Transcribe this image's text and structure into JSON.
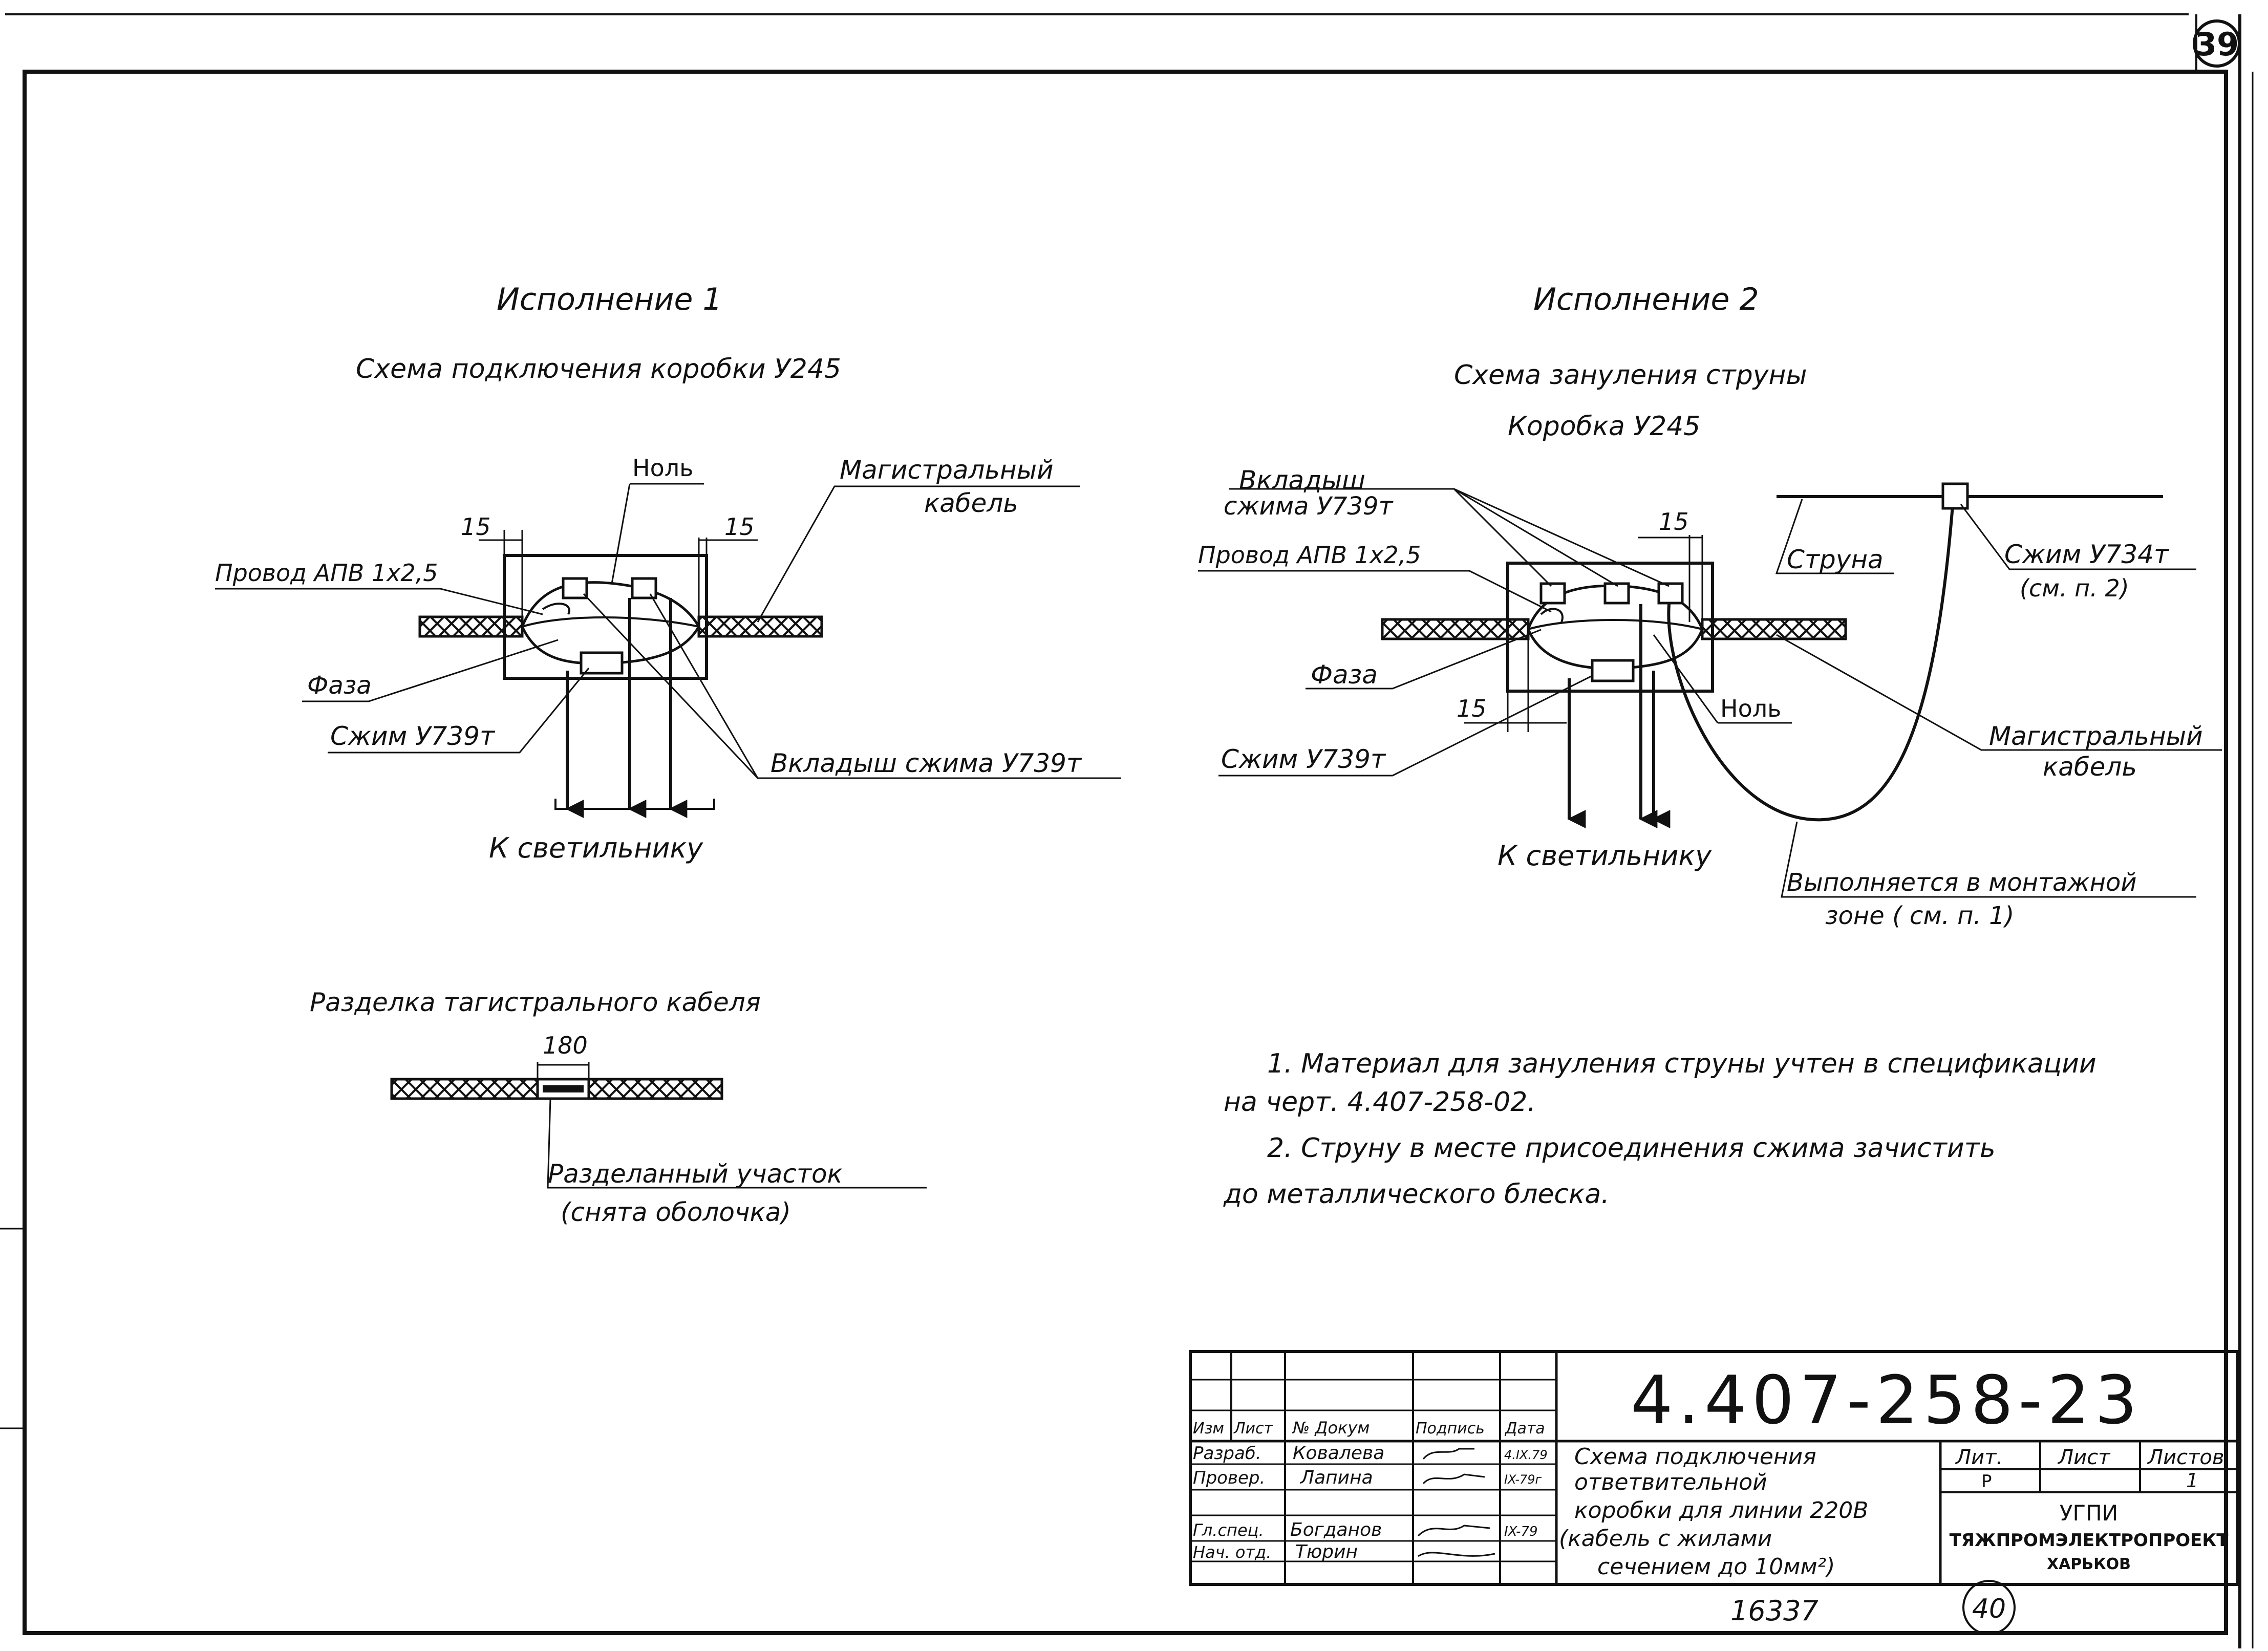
{
  "sheet": {
    "page_number": "39",
    "bottom_number": "16337",
    "bottom_circle": "40"
  },
  "variant1": {
    "title": "Исполнение 1",
    "subtitle": "Схема подключения коробки У245",
    "labels": {
      "null": "Ноль",
      "main_cable_1": "Магистральный",
      "main_cable_2": "кабель",
      "dim_left": "15",
      "dim_right": "15",
      "wire": "Провод АПВ 1х2,5",
      "phase": "Фаза",
      "clamp": "Сжим У739т",
      "insert": "Вкладыш сжима У739т",
      "to_lamp": "К светильнику"
    }
  },
  "cutting": {
    "title": "Разделка тагистрального кабеля",
    "dim": "180",
    "label_1": "Разделанный участок",
    "label_2": "(снята оболочка)"
  },
  "variant2": {
    "title": "Исполнение 2",
    "subtitle_1": "Схема зануления струны",
    "subtitle_2": "Коробка У245",
    "labels": {
      "inserts_1": "Вкладыш",
      "inserts_2": "сжима У739т",
      "wire": "Провод АПВ 1х2,5",
      "dim_top": "15",
      "dim_bottom": "15",
      "string": "Струна",
      "clamp_734_1": "Сжим У734т",
      "clamp_734_2": "(см. п. 2)",
      "phase": "Фаза",
      "null": "Ноль",
      "main_cable_1": "Магистральный",
      "main_cable_2": "кабель",
      "clamp": "Сжим У739т",
      "to_lamp": "К светильнику",
      "mounting_1": "Выполняется в монтажной",
      "mounting_2": "зоне ( см. п. 1)"
    }
  },
  "notes": [
    "1. Материал для зануления струны учтен в спецификации",
    "на черт. 4.407-258-02.",
    "2. Струну в месте присоединения сжима зачистить",
    "до металлического блеска."
  ],
  "title_block": {
    "doc_number": "4.407-258-23",
    "headers": [
      "Изм",
      "Лист",
      "№ Докум",
      "Подпись",
      "Дата"
    ],
    "rows": [
      {
        "role": "Разраб.",
        "name": "Ковалева",
        "date": "4.IX.79"
      },
      {
        "role": "Провер.",
        "name": "Лапина",
        "date": "IX-79г"
      },
      {
        "role": "Гл.спец.",
        "name": "Богданов",
        "date": "IX-79"
      },
      {
        "role": "Нач. отд.",
        "name": "Тюрин",
        "date": ""
      }
    ],
    "description": [
      "Схема подключения",
      "ответвительной",
      "коробки для линии 220В",
      "(кабель с жилами",
      "сечением до 10мм²)"
    ],
    "lit_header": "Лит.",
    "sheet_header": "Лист",
    "sheets_header": "Листов",
    "lit_value": "Р",
    "sheets_value": "1",
    "org_1": "УГПИ",
    "org_2": "ТЯЖПРОМЭЛЕКТРОПРОЕКТ",
    "org_3": "ХАРЬКОВ"
  }
}
